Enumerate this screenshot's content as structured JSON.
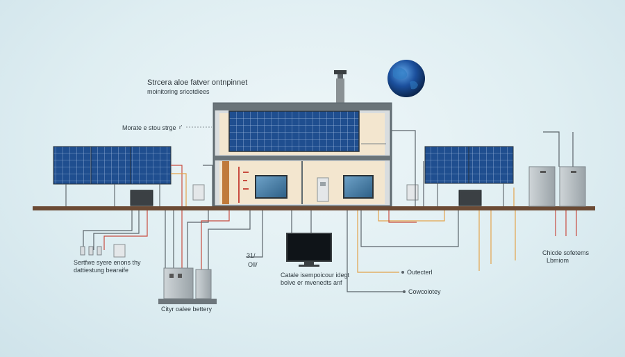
{
  "labels": {
    "title": "Strcera aloe fatver ontnpinnet",
    "subtitle": "moinitoring sricotdiees",
    "storage": "Morate e stou strge",
    "storage_mark": "r'",
    "left_group_1": "Sertfwe syere enons thy",
    "left_group_2": "dattiestung bearaife",
    "center_code_1": "31/",
    "center_code_2": "Oll/",
    "battery": "Cityr oalee bettery",
    "center_text_1": "Catale isempoicour idegt",
    "center_text_2": "bolve er mvenedts anf",
    "outlet": "Outecterl",
    "cowcoiotey": "Cowcoiotey",
    "right_text_1": "Chicde sofetems",
    "right_text_2": "Lbmiom"
  },
  "colors": {
    "panel": "#1f4e8f",
    "panel_grid": "#9db9dd",
    "ground": "#6b4a34",
    "wire_red": "#c84b3f",
    "wire_orange": "#e3a24a",
    "wire_gray": "#5b646a",
    "house_frame": "#5f6a70",
    "house_wall": "#f3e6cf",
    "globe": "#1b4f9c"
  }
}
